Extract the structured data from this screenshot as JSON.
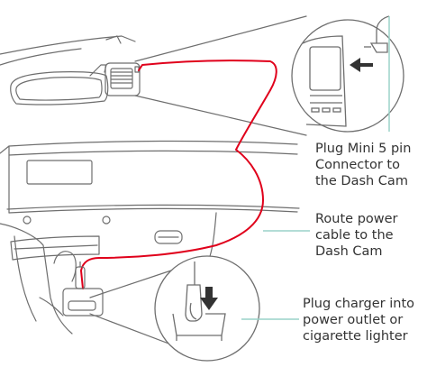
{
  "colors": {
    "line": "#6e6e6e",
    "cable": "#e0001b",
    "callout_line": "#9ad2c9",
    "text": "#333333"
  },
  "icons": [
    "arrow-left-icon",
    "arrow-down-icon"
  ],
  "labels": {
    "connector": {
      "line1": "Plug Mini 5 pin",
      "line2": "Connector to",
      "line3": "the Dash Cam"
    },
    "route": {
      "line1": "Route power",
      "line2": "cable to the",
      "line3": "Dash Cam"
    },
    "charger": {
      "line1": "Plug charger into",
      "line2": "power outlet or",
      "line3": "cigarette lighter"
    }
  }
}
